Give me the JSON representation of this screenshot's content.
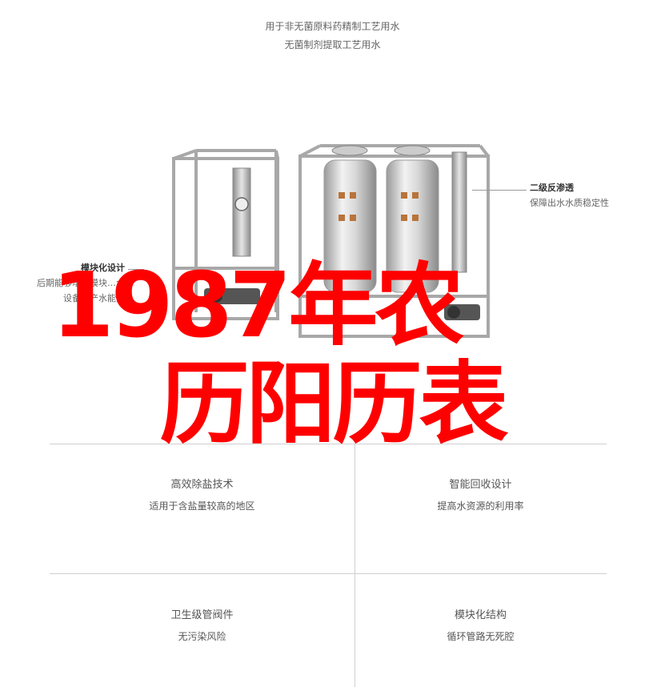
{
  "header": {
    "line1": "用于非无菌原料药精制工艺用水",
    "line2": "无菌制剂提取工艺用水"
  },
  "callouts": {
    "right": {
      "title": "二级反渗透",
      "desc": "保障出水水质稳定性"
    },
    "left": {
      "title": "模块化设计",
      "desc1": "后期能够增加模块…大",
      "desc2": "设备的产水能力"
    }
  },
  "overlay": {
    "line1": "1987年农",
    "line2": "历阳历表",
    "color": "#ff0000"
  },
  "features": [
    {
      "title": "高效除盐技术",
      "desc": "适用于含盐量较高的地区"
    },
    {
      "title": "智能回收设计",
      "desc": "提高水资源的利用率"
    },
    {
      "title": "卫生级管阀件",
      "desc": "无污染风险"
    },
    {
      "title": "模块化结构",
      "desc": "循环管路无死腔"
    }
  ]
}
